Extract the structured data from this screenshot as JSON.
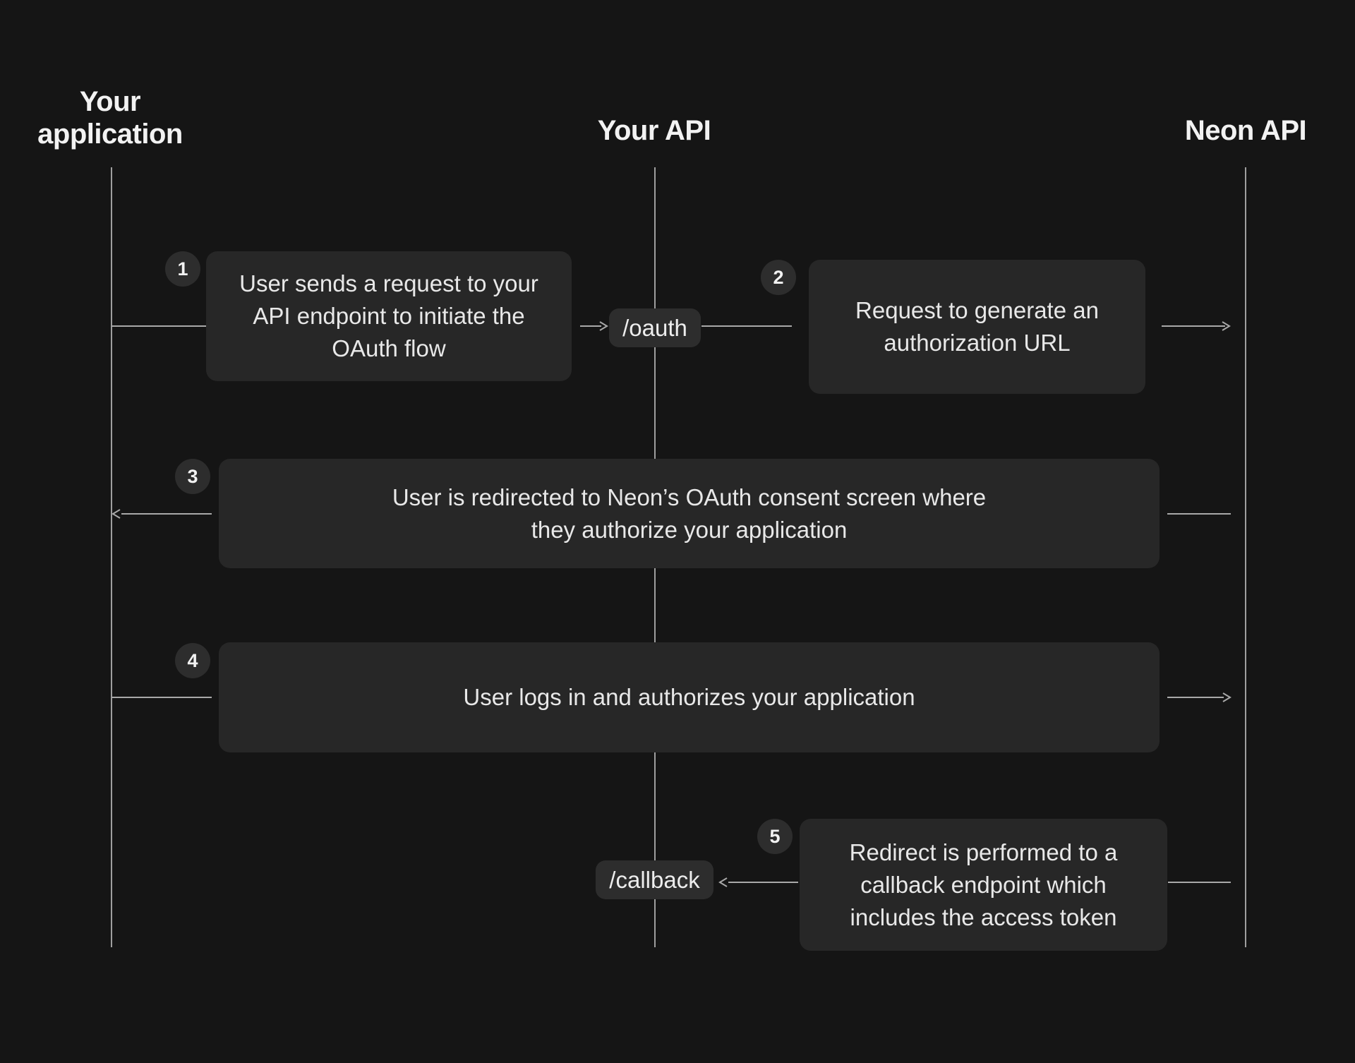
{
  "diagram": {
    "title_context": "OAuth flow sequence diagram",
    "actors": [
      {
        "label": "Your application"
      },
      {
        "label": "Your API"
      },
      {
        "label": "Neon API"
      }
    ],
    "steps": [
      {
        "number": "1",
        "lines": [
          "User sends a request to your",
          "API endpoint to initiate the",
          "OAuth flow"
        ]
      },
      {
        "number": "2",
        "lines": [
          "Request to generate an",
          "authorization URL"
        ]
      },
      {
        "number": "3",
        "lines": [
          "User is redirected to Neon’s OAuth consent screen where",
          "they authorize your application"
        ]
      },
      {
        "number": "4",
        "lines": [
          "User logs in and authorizes your application"
        ]
      },
      {
        "number": "5",
        "lines": [
          "Redirect is performed to a",
          "callback endpoint which",
          "includes the access token"
        ]
      }
    ],
    "endpoints": [
      {
        "label": "/oauth"
      },
      {
        "label": "/callback"
      }
    ],
    "colors": {
      "background": "#151515",
      "box_fill": "#272727",
      "chip_fill": "#2d2d2d",
      "badge_fill": "#2d2d2d",
      "line": "#a9a9a9",
      "box_text": "#e8e8e8",
      "heading_text": "#f2f2f2"
    }
  }
}
